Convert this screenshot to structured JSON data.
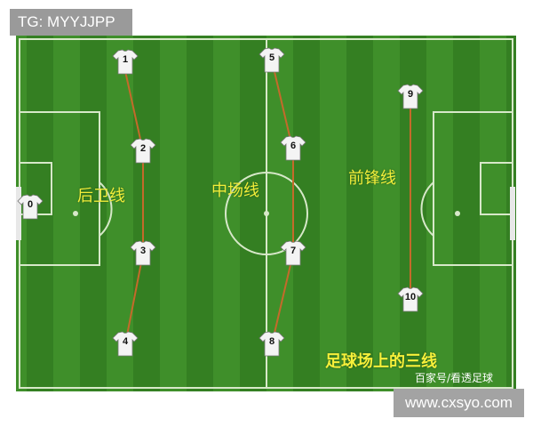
{
  "watermark_top": "TG: MYYJJPP",
  "watermark_bottom": "www.cxsyo.com",
  "labels": {
    "defense": "后卫线",
    "midfield": "中场线",
    "attack": "前锋线"
  },
  "caption": "足球场上的三线",
  "credit": "百家号/看透足球",
  "players": [
    "0",
    "1",
    "2",
    "3",
    "4",
    "5",
    "6",
    "7",
    "8",
    "9",
    "10"
  ],
  "colors": {
    "pitch_light": "#3f8f2a",
    "pitch_dark": "#2f7a1f",
    "lines": "#d7e8c9",
    "connector": "#c46a2a",
    "label": "#f2ee3a"
  }
}
